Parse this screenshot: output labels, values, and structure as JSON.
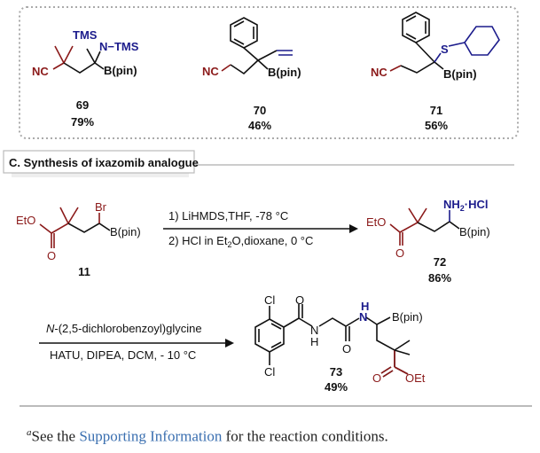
{
  "compounds_box": [
    {
      "number": "69",
      "yield": "79%",
      "labels": {
        "tms1": "TMS",
        "ntms": "N−TMS",
        "nc": "NC",
        "bpin": "B(pin)"
      }
    },
    {
      "number": "70",
      "yield": "46%",
      "labels": {
        "nc": "NC",
        "bpin": "B(pin)"
      }
    },
    {
      "number": "71",
      "yield": "56%",
      "labels": {
        "nc": "NC",
        "bpin": "B(pin)",
        "s": "S"
      }
    }
  ],
  "section_c": {
    "title": "C. Synthesis of ixazomib analogue"
  },
  "reaction1": {
    "reactant": {
      "number": "11",
      "labels": {
        "eto": "EtO",
        "o": "O",
        "br": "Br",
        "bpin": "B(pin)"
      }
    },
    "conditions": [
      "1) LiHMDS,THF, -78 °C",
      "2) HCl in Et",
      "2",
      "O,dioxane, 0 °C"
    ],
    "product": {
      "number": "72",
      "yield": "86%",
      "labels": {
        "eto": "EtO",
        "o": "O",
        "nh2hcl_a": "NH",
        "nh2hcl_sub": "2",
        "nh2hcl_b": "·HCl",
        "bpin": "B(pin)"
      }
    }
  },
  "reaction2": {
    "reagent_italic": "N",
    "reagent_rest": "-(2,5-dichlorobenzoyl)glycine",
    "conditions": "HATU, DIPEA, DCM, - 10 °C",
    "product": {
      "number": "73",
      "yield": "49%",
      "labels": {
        "cl1": "Cl",
        "cl2": "Cl",
        "o1": "O",
        "nh1": "N",
        "h1": "H",
        "o2": "O",
        "nh2": "N",
        "h2": "H",
        "bpin": "B(pin)",
        "o3": "O",
        "oet": "OEt"
      }
    }
  },
  "footnote": {
    "marker": "a",
    "before": "See the ",
    "link": "Supporting Information",
    "after": " for the reaction conditions."
  },
  "colors": {
    "heteroatom_red": "#8b1a1a",
    "heteroatom_blue": "#1c1c8c",
    "link": "#3a6fb0"
  }
}
